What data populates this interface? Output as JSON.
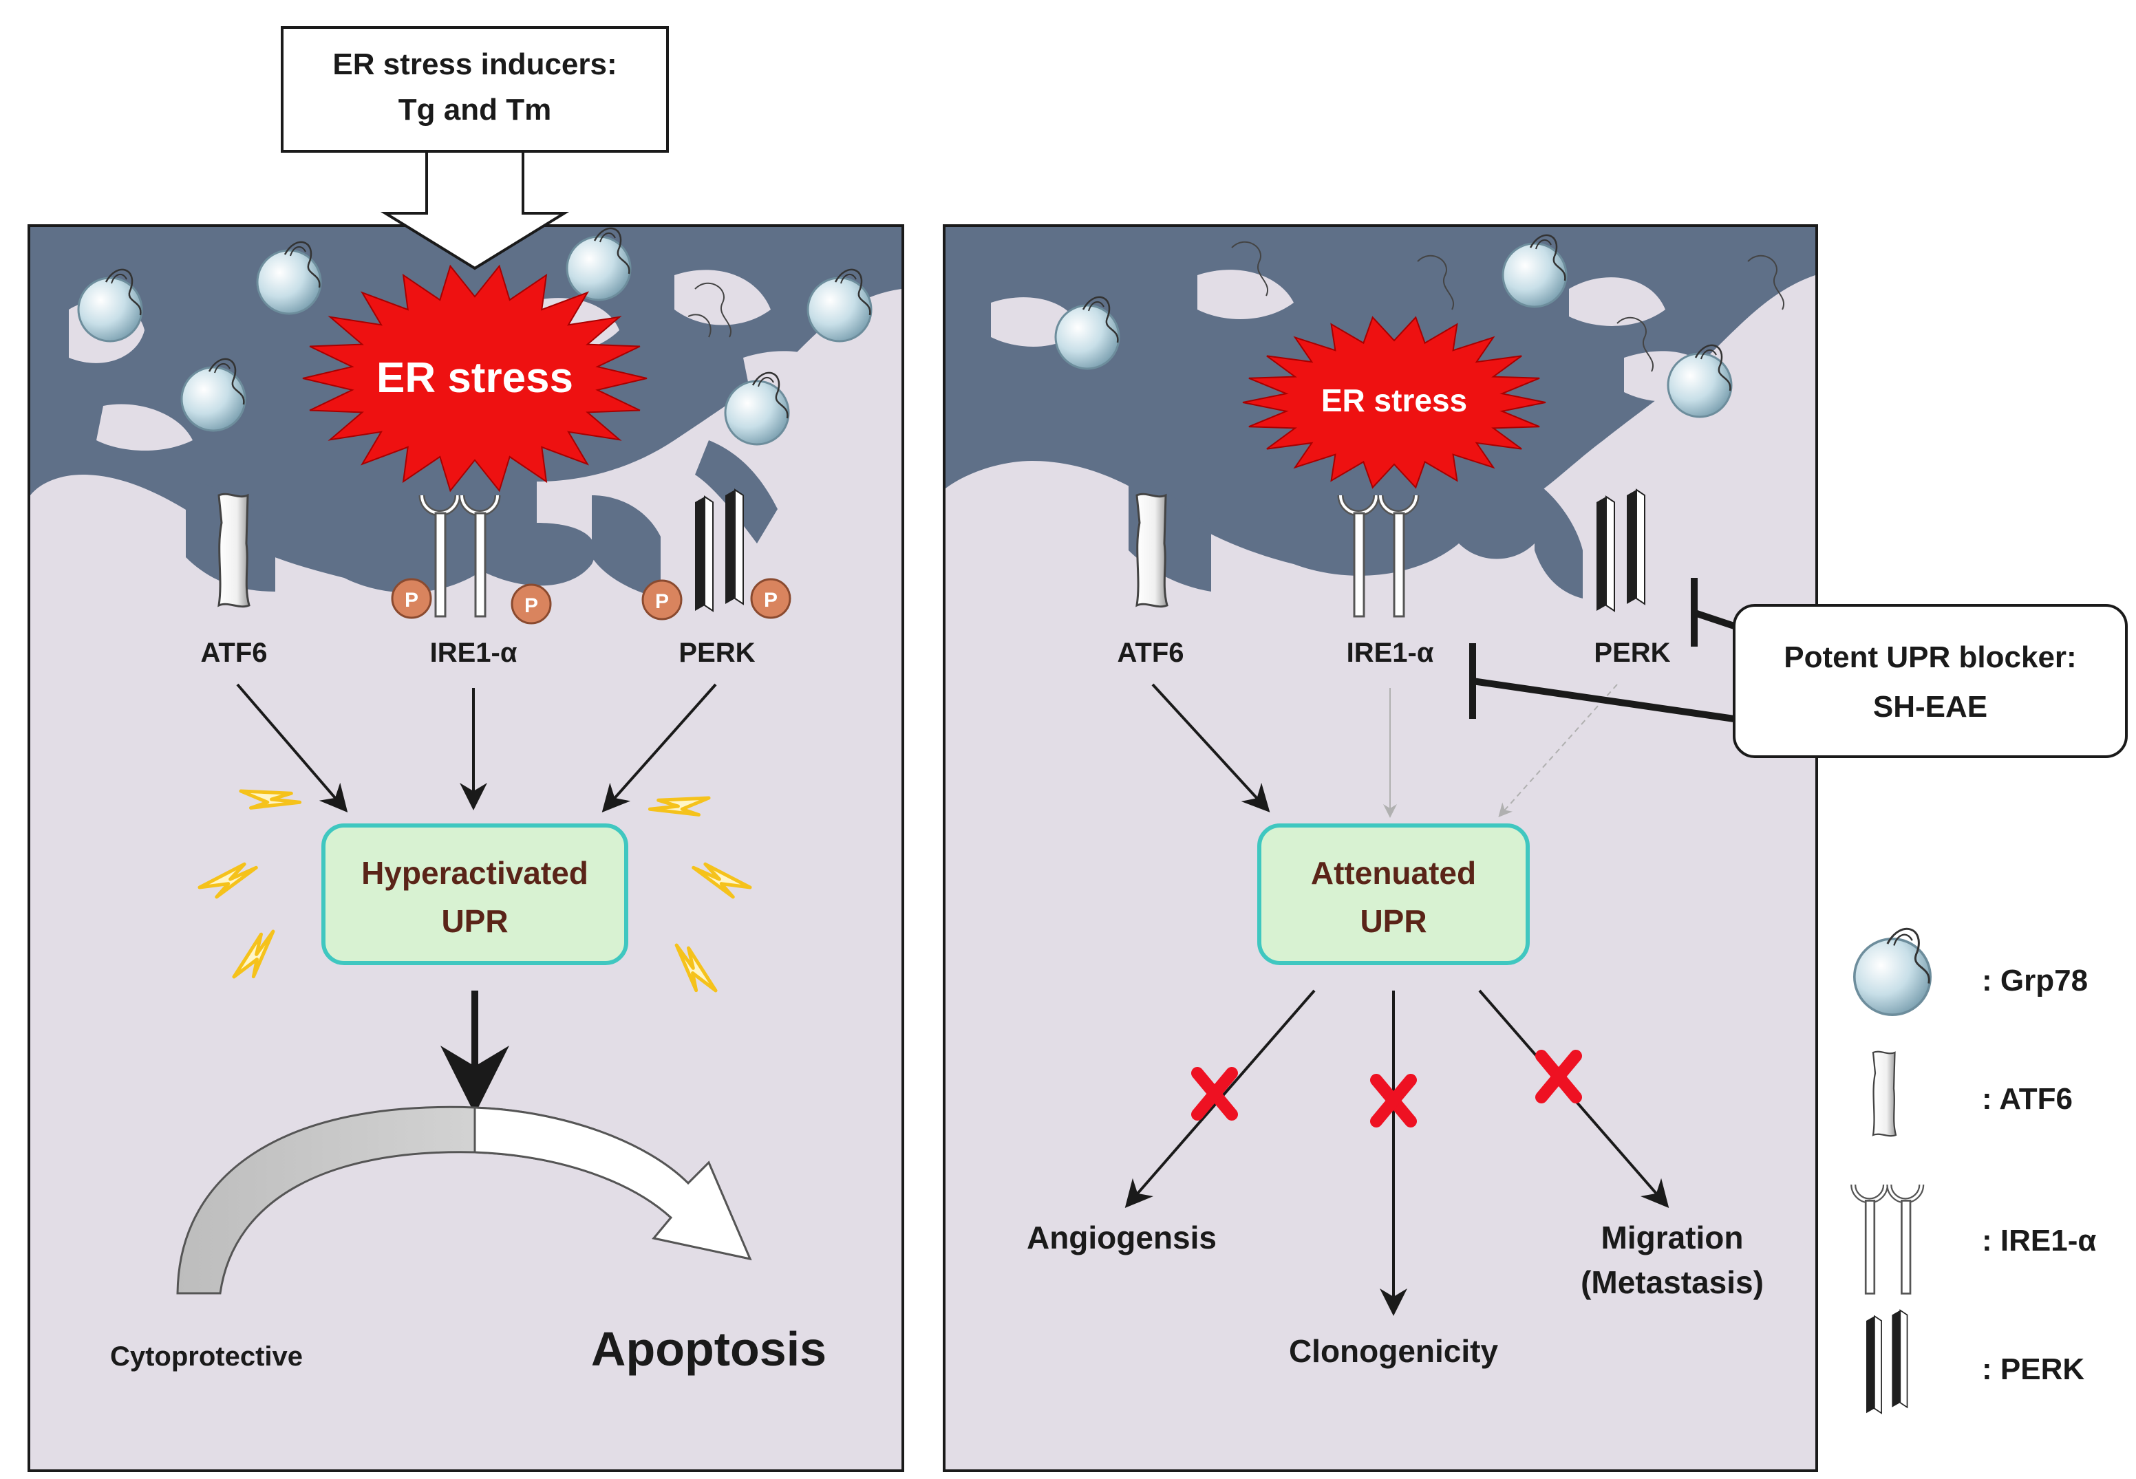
{
  "inducer": {
    "line1": "ER stress inducers:",
    "line2": "Tg and Tm"
  },
  "left_panel": {
    "er_stress": "ER stress",
    "receptors": {
      "atf6": "ATF6",
      "ire1": "IRE1-α",
      "perk": "PERK"
    },
    "phospho": "P",
    "grp78": "GRP78",
    "upr_line1": "Hyperactivated",
    "upr_line2": "UPR",
    "outcome_left": "Cytoprotective",
    "outcome_right": "Apoptosis"
  },
  "right_panel": {
    "er_stress": "ER stress",
    "receptors": {
      "atf6": "ATF6",
      "ire1": "IRE1-α",
      "perk": "PERK"
    },
    "grp78": "GRP78",
    "upr_line1": "Attenuated",
    "upr_line2": "UPR",
    "outcomes": {
      "angiogenesis": "Angiogensis",
      "clonogenicity": "Clonogenicity",
      "migration_line1": "Migration",
      "migration_line2": "(Metastasis)"
    }
  },
  "blocker": {
    "line1": "Potent UPR blocker:",
    "line2": "SH-EAE"
  },
  "legend": {
    "grp78": ": Grp78",
    "atf6": ": ATF6",
    "ire1": ": IRE1-α",
    "perk": ": PERK"
  },
  "colors": {
    "panel_bg": "#e2dde6",
    "er_membrane": "#5f7088",
    "er_stress_fill": "#ee1111",
    "upr_box_fill": "#d8f2d2",
    "upr_box_border": "#3fc7c0",
    "phospho": "#d9845e",
    "lightning": "#f5c21b",
    "block_x": "#ee1122"
  }
}
